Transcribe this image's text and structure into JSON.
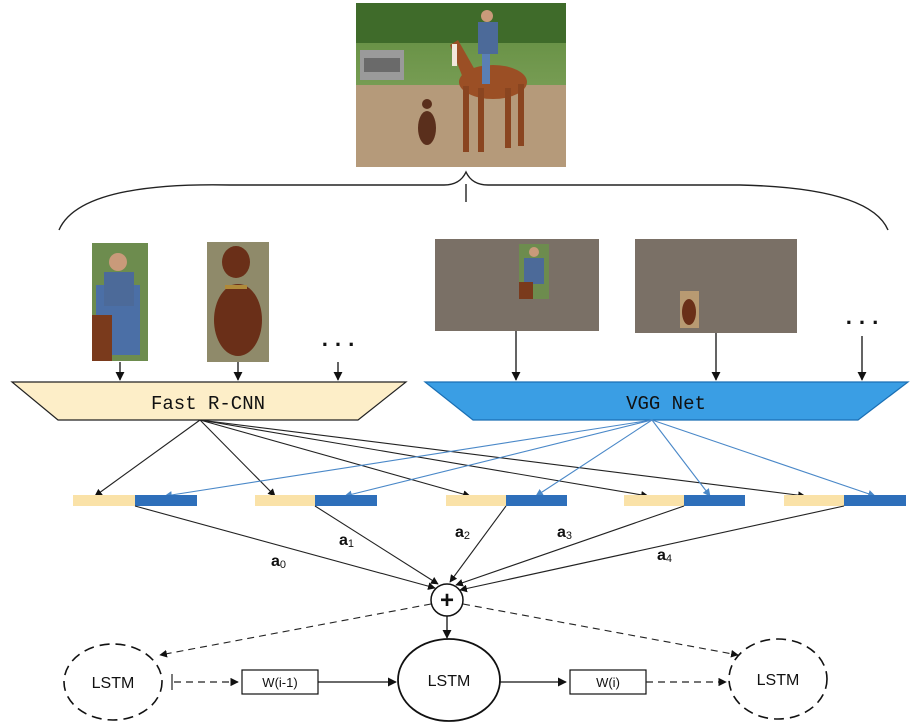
{
  "encoders": {
    "left_label": "Fast R-CNN",
    "right_label": "VGG Net",
    "left_color": "#fdeec8",
    "right_color": "#3a9ee4"
  },
  "ellipsis": "...",
  "features": {
    "left_part_color": "#fae2a8",
    "right_part_color": "#2e6fba"
  },
  "weights": {
    "a0": {
      "base": "a",
      "sub": "0"
    },
    "a1": {
      "base": "a",
      "sub": "1"
    },
    "a2": {
      "base": "a",
      "sub": "2"
    },
    "a3": {
      "base": "a",
      "sub": "3"
    },
    "a4": {
      "base": "a",
      "sub": "4"
    }
  },
  "sum_symbol": "+",
  "lstm": {
    "prev": "LSTM",
    "current": "LSTM",
    "next": "LSTM"
  },
  "words": {
    "prev": "W(i-1)",
    "current": "W(i)"
  },
  "images": {
    "main_photo": "photo of a man riding a brown horse with a dog nearby",
    "crop_person": "person-on-horse-crop",
    "crop_dog": "dog-crop",
    "masked_person": "masked-person-region",
    "masked_dog": "masked-dog-region",
    "mask_color": "#7a7066"
  }
}
